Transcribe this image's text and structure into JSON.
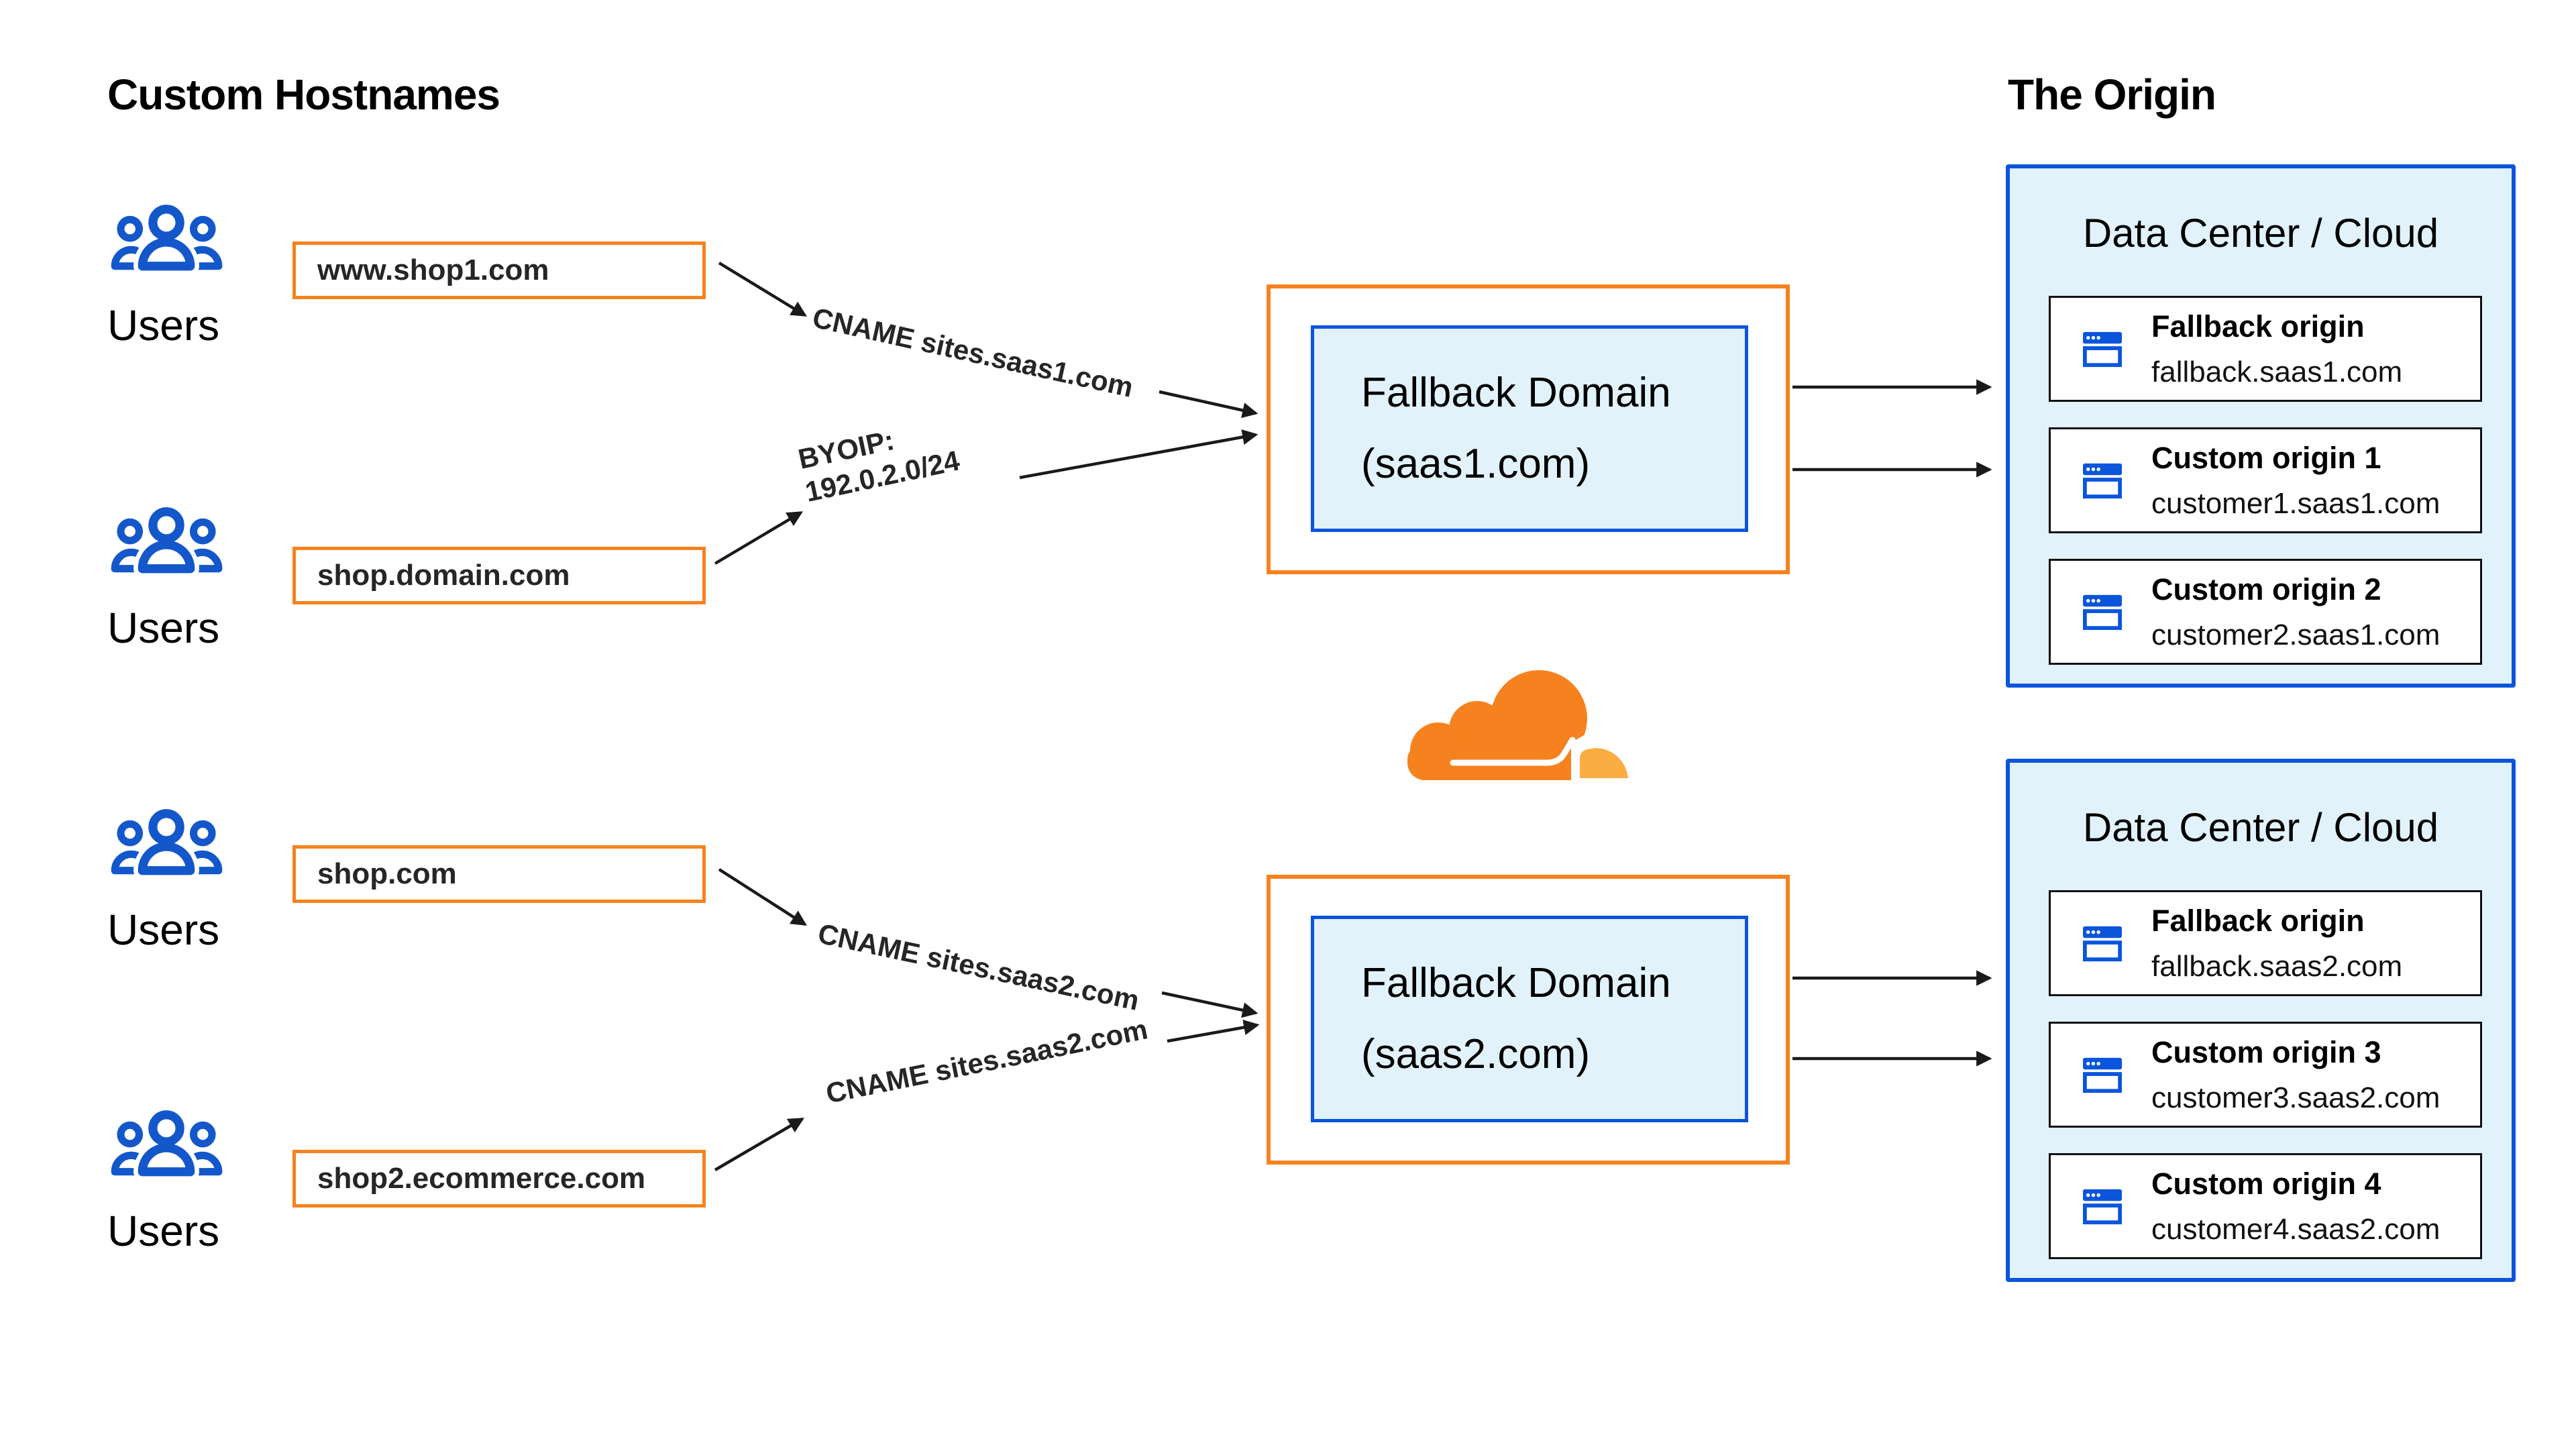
{
  "headings": {
    "custom_hostnames": "Custom Hostnames",
    "the_origin": "The Origin"
  },
  "user_groups": [
    {
      "label": "Users"
    },
    {
      "label": "Users"
    },
    {
      "label": "Users"
    },
    {
      "label": "Users"
    }
  ],
  "hostnames": [
    "www.shop1.com",
    "shop.domain.com",
    "shop.com",
    "shop2.ecommerce.com"
  ],
  "connections": {
    "cname_saas1": "CNAME sites.saas1.com",
    "byoip_line1": "BYOIP:",
    "byoip_line2": "192.0.2.0/24",
    "cname_saas2_upper": "CNAME sites.saas2.com",
    "cname_saas2_lower": "CNAME sites.saas2.com"
  },
  "fallback_domains": [
    {
      "name": "Fallback Domain",
      "domain": "(saas1.com)"
    },
    {
      "name": "Fallback Domain",
      "domain": "(saas2.com)"
    }
  ],
  "data_centers": [
    {
      "title": "Data Center / Cloud",
      "origins": [
        {
          "name": "Fallback origin",
          "host": "fallback.saas1.com"
        },
        {
          "name": "Custom origin 1",
          "host": "customer1.saas1.com"
        },
        {
          "name": "Custom origin 2",
          "host": "customer2.saas1.com"
        }
      ]
    },
    {
      "title": "Data Center / Cloud",
      "origins": [
        {
          "name": "Fallback origin",
          "host": "fallback.saas2.com"
        },
        {
          "name": "Custom origin 3",
          "host": "customer3.saas2.com"
        },
        {
          "name": "Custom origin 4",
          "host": "customer4.saas2.com"
        }
      ]
    }
  ],
  "icons": {
    "users": "users-icon",
    "origin": "browser-window-icon",
    "logo": "cloudflare-logo"
  },
  "colors": {
    "orange": "#F6821F",
    "blue_border": "#0A55DC",
    "light_blue_fill": "#E1F2FA",
    "icon_blue": "#1357CB",
    "arrow": "#1A1A1A",
    "cloudflare_orange": "#F6821F",
    "cloudflare_light_orange": "#FBAD41",
    "text": "#000000"
  }
}
